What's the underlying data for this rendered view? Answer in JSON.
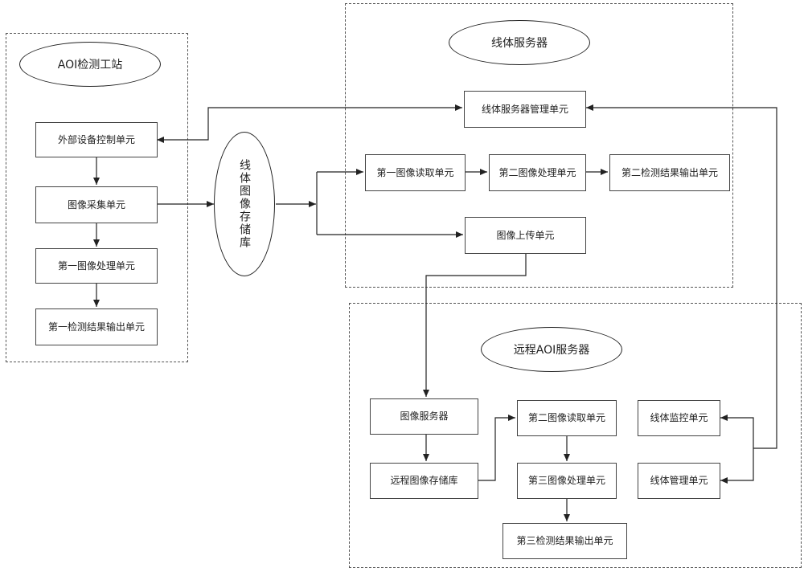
{
  "groups": {
    "aoi_station": {
      "title": "AOI检测工站"
    },
    "line_server": {
      "title": "线体服务器"
    },
    "remote_server": {
      "title": "远程AOI服务器"
    }
  },
  "storage": {
    "label": "线体图像存储库"
  },
  "units": {
    "external_control": "外部设备控制单元",
    "image_capture": "图像采集单元",
    "first_image_processing": "第一图像处理单元",
    "first_result_output": "第一检测结果输出单元",
    "line_server_manager": "线体服务器管理单元",
    "first_image_reader": "第一图像读取单元",
    "second_image_processing": "第二图像处理单元",
    "second_result_output": "第二检测结果输出单元",
    "image_upload": "图像上传单元",
    "image_server": "图像服务器",
    "remote_image_storage": "远程图像存储库",
    "second_image_reader": "第二图像读取单元",
    "third_image_processing": "第三图像处理单元",
    "third_result_output": "第三检测结果输出单元",
    "line_monitor": "线体监控单元",
    "line_management": "线体管理单元"
  }
}
